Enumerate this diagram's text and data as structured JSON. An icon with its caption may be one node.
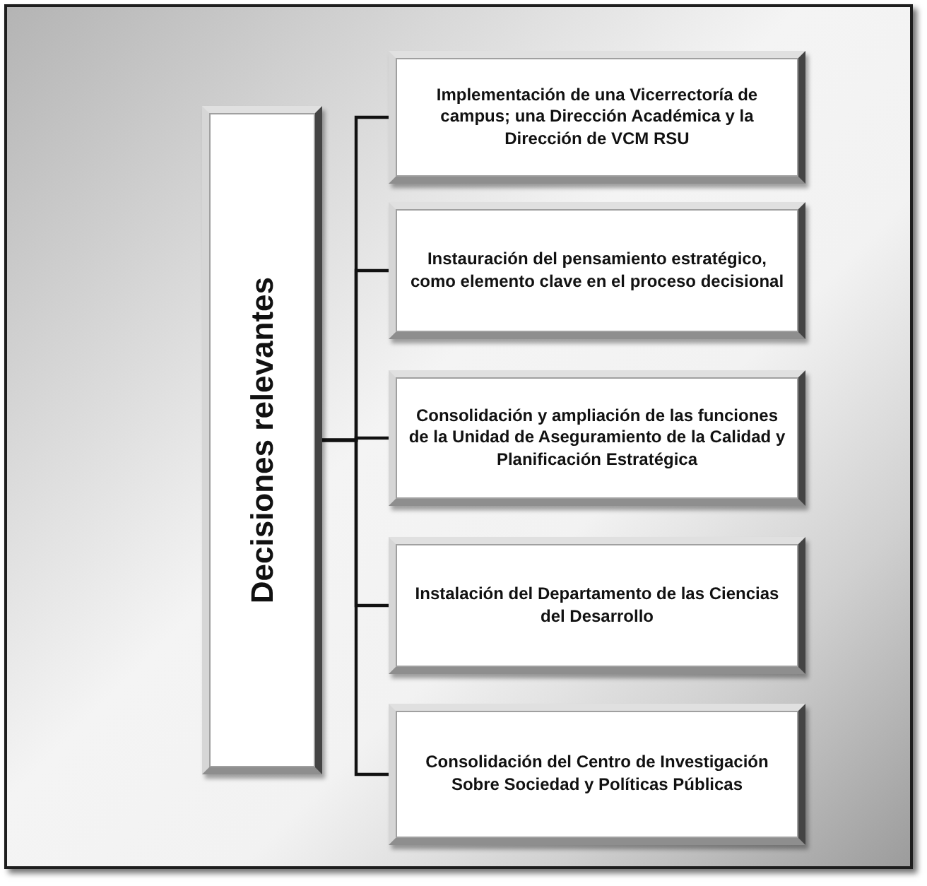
{
  "diagram": {
    "nodes": [
      {
        "text": [
          "Decisiones relevantes"
        ]
      },
      {
        "text": [
          "Implementación de una Vicerrectoría de campus; una Dirección Académica y la Dirección de VCM RSU"
        ]
      },
      {
        "text": [
          "Instauración del pensamiento estratégico, como elemento clave en el proceso decisional"
        ]
      },
      {
        "text": [
          "Consolidación y ampliación de las funciones de la Unidad de Aseguramiento de la Calidad y Planificación Estratégica"
        ]
      },
      {
        "text": [
          "Instalación del Departamento de las Ciencias del Desarrollo"
        ]
      },
      {
        "text": [
          "Consolidación del Centro de Investigación Sobre Sociedad y Políticas Públicas"
        ]
      }
    ],
    "edges": [
      {
        "from": 0,
        "to": 1,
        "arrow": "none"
      },
      {
        "from": 0,
        "to": 2,
        "arrow": "none"
      },
      {
        "from": 0,
        "to": 3,
        "arrow": "none"
      },
      {
        "from": 0,
        "to": 4,
        "arrow": "none"
      },
      {
        "from": 0,
        "to": 5,
        "arrow": "none"
      }
    ]
  }
}
